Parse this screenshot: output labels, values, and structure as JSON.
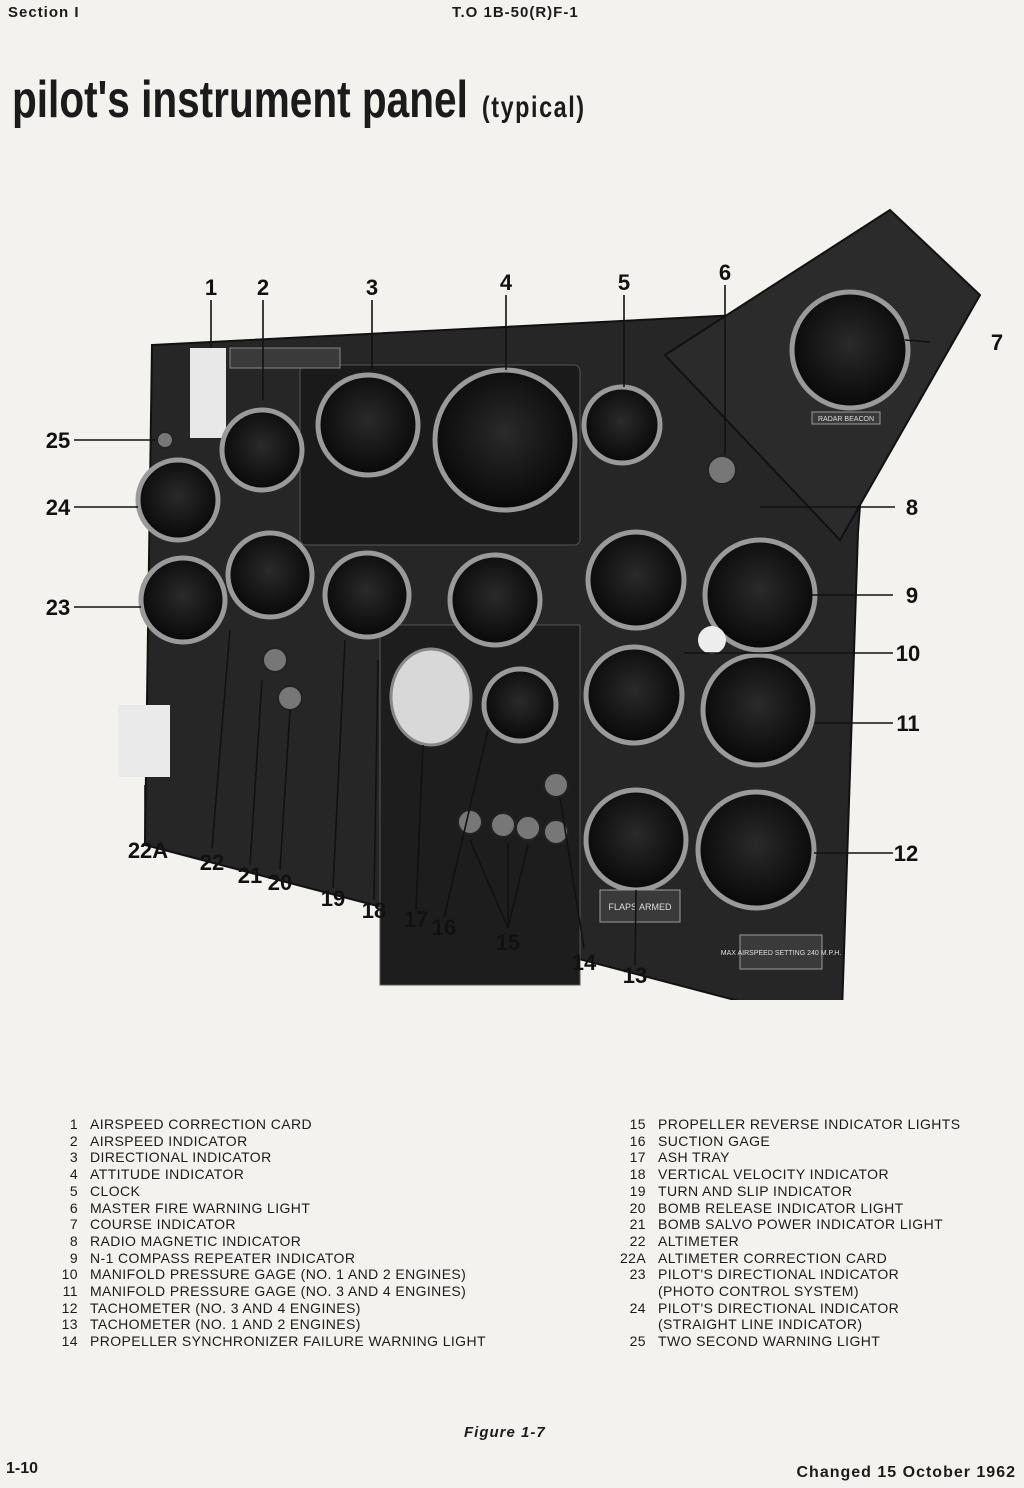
{
  "header": {
    "section": "Section I",
    "to": "T.O 1B-50(R)F-1"
  },
  "title": {
    "main": "pilot's instrument panel",
    "sub": "(typical)"
  },
  "callouts": [
    "1",
    "2",
    "3",
    "4",
    "5",
    "6",
    "7",
    "8",
    "9",
    "10",
    "11",
    "12",
    "13",
    "14",
    "15",
    "16",
    "17",
    "18",
    "19",
    "20",
    "21",
    "22",
    "22A",
    "23",
    "24",
    "25"
  ],
  "placards": {
    "flap": "FLAPS ARMED",
    "airspeed": "MAX AIRSPEED SETTING 240 M.P.H.",
    "radar": "RADAR BEACON"
  },
  "legend_left": [
    {
      "num": "1",
      "text": "AIRSPEED CORRECTION CARD"
    },
    {
      "num": "2",
      "text": "AIRSPEED INDICATOR"
    },
    {
      "num": "3",
      "text": "DIRECTIONAL INDICATOR"
    },
    {
      "num": "4",
      "text": "ATTITUDE INDICATOR"
    },
    {
      "num": "5",
      "text": "CLOCK"
    },
    {
      "num": "6",
      "text": "MASTER FIRE WARNING LIGHT"
    },
    {
      "num": "7",
      "text": "COURSE INDICATOR"
    },
    {
      "num": "8",
      "text": "RADIO MAGNETIC INDICATOR"
    },
    {
      "num": "9",
      "text": "N-1 COMPASS REPEATER INDICATOR"
    },
    {
      "num": "10",
      "text": "MANIFOLD PRESSURE GAGE (NO. 1 AND 2 ENGINES)"
    },
    {
      "num": "11",
      "text": "MANIFOLD PRESSURE GAGE (NO. 3 AND 4 ENGINES)"
    },
    {
      "num": "12",
      "text": "TACHOMETER (NO. 3 AND 4 ENGINES)"
    },
    {
      "num": "13",
      "text": "TACHOMETER (NO. 1 AND 2 ENGINES)"
    },
    {
      "num": "14",
      "text": "PROPELLER SYNCHRONIZER FAILURE WARNING LIGHT"
    }
  ],
  "legend_right": [
    {
      "num": "15",
      "text": "PROPELLER REVERSE INDICATOR LIGHTS"
    },
    {
      "num": "16",
      "text": "SUCTION GAGE"
    },
    {
      "num": "17",
      "text": "ASH TRAY"
    },
    {
      "num": "18",
      "text": "VERTICAL VELOCITY INDICATOR"
    },
    {
      "num": "19",
      "text": "TURN AND SLIP INDICATOR"
    },
    {
      "num": "20",
      "text": "BOMB RELEASE INDICATOR LIGHT"
    },
    {
      "num": "21",
      "text": "BOMB SALVO POWER INDICATOR LIGHT"
    },
    {
      "num": "22",
      "text": "ALTIMETER"
    },
    {
      "num": "22A",
      "text": "ALTIMETER CORRECTION CARD"
    },
    {
      "num": "23",
      "text": "PILOT'S DIRECTIONAL INDICATOR"
    },
    {
      "num": "",
      "text": "(PHOTO CONTROL SYSTEM)"
    },
    {
      "num": "24",
      "text": "PILOT'S DIRECTIONAL INDICATOR"
    },
    {
      "num": "",
      "text": "(STRAIGHT LINE INDICATOR)"
    },
    {
      "num": "25",
      "text": "TWO SECOND WARNING LIGHT"
    }
  ],
  "figure_caption": "Figure 1-7",
  "footer": {
    "page": "1-10",
    "changed": "Changed 15 October 1962"
  }
}
